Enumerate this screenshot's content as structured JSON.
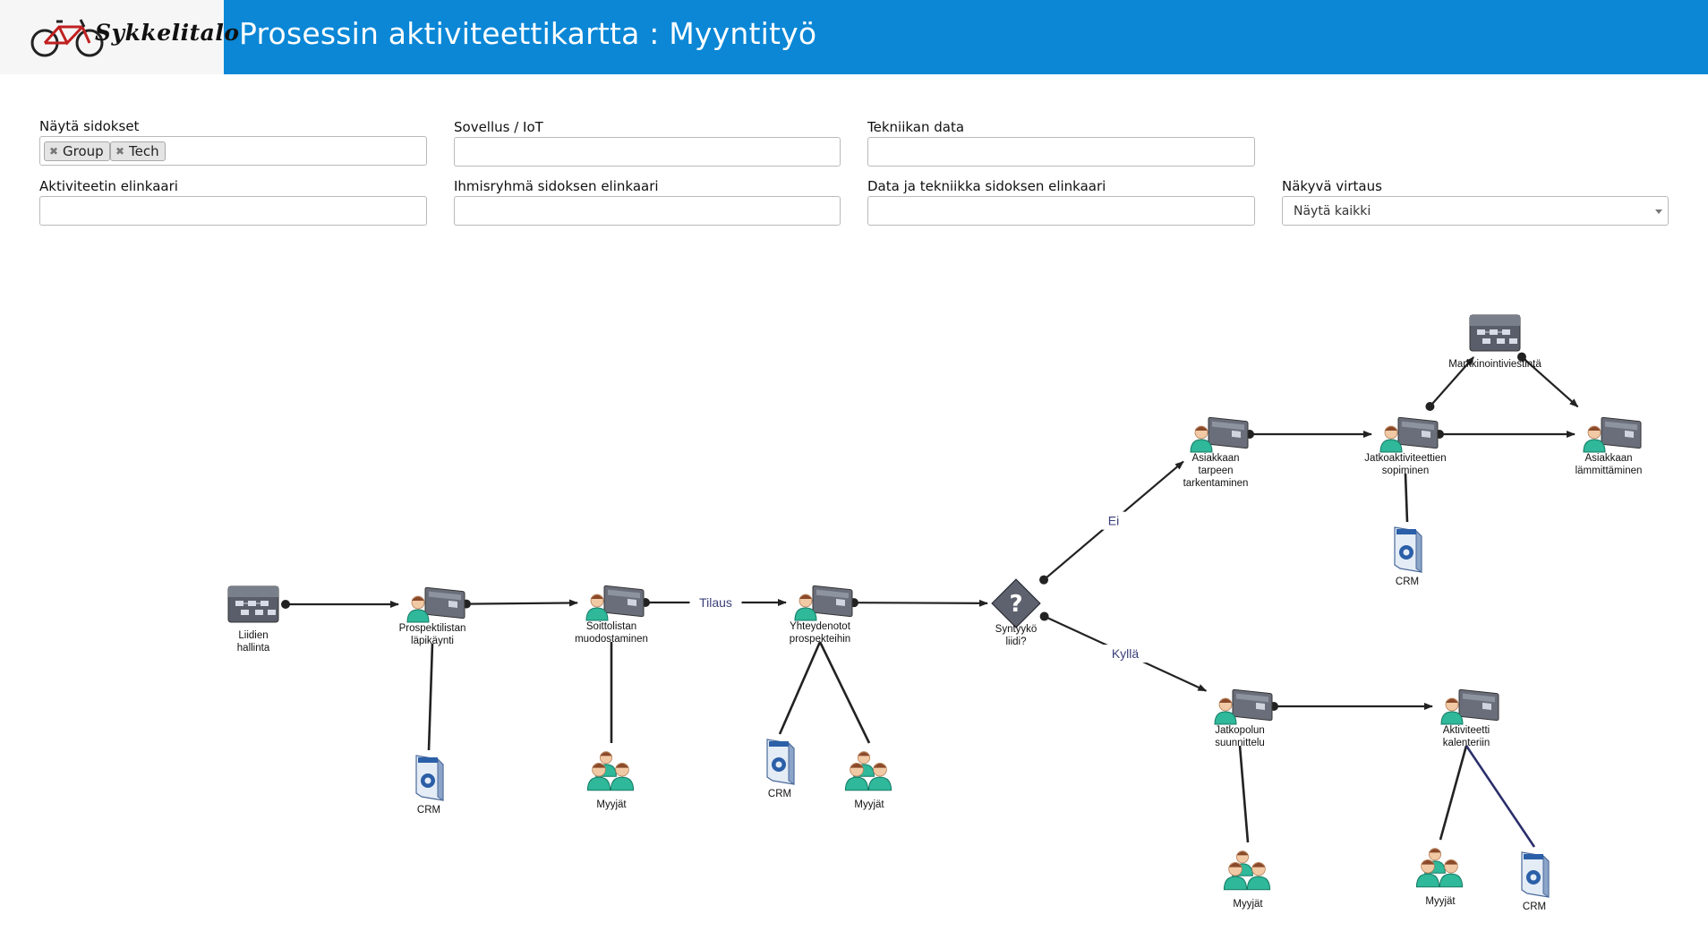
{
  "app": {
    "logo_text": "Sykkelitalo",
    "title": "Prosessin aktiviteettikartta : Myyntityö"
  },
  "filters": {
    "nayta_sidokset": {
      "label": "Näytä sidokset",
      "tags": [
        "Group",
        "Tech"
      ]
    },
    "sovellus_iot": {
      "label": "Sovellus / IoT",
      "value": ""
    },
    "tekniikan_data": {
      "label": "Tekniikan data",
      "value": ""
    },
    "aktiviteetin_elinkaari": {
      "label": "Aktiviteetin elinkaari",
      "value": ""
    },
    "ihmisryhma_elinkaari": {
      "label": "Ihmisryhmä sidoksen elinkaari",
      "value": ""
    },
    "data_tekniikka_elinkaari": {
      "label": "Data ja tekniikka sidoksen elinkaari",
      "value": ""
    },
    "nakyva_virtaus": {
      "label": "Näkyvä virtaus",
      "value": "Näytä kaikki"
    }
  },
  "diagram": {
    "nodes": {
      "liidien": {
        "type": "process",
        "lines": [
          "Liidien",
          "hallinta"
        ]
      },
      "prospekti": {
        "type": "activity",
        "lines": [
          "Prospektilistan",
          "läpikäynti"
        ]
      },
      "soittolista": {
        "type": "activity",
        "lines": [
          "Soittolistan",
          "muodostaminen"
        ]
      },
      "yhteydenotot": {
        "type": "activity",
        "lines": [
          "Yhteydenotot",
          "prospekteihin"
        ]
      },
      "syntyyko": {
        "type": "decision",
        "lines": [
          "Syntyykö",
          "liidi?"
        ]
      },
      "tarpeen": {
        "type": "activity",
        "lines": [
          "Asiakkaan",
          "tarpeen",
          "tarkentaminen"
        ]
      },
      "jatkoakt": {
        "type": "activity",
        "lines": [
          "Jatkoaktiviteettien",
          "sopiminen"
        ]
      },
      "markkinointi": {
        "type": "process",
        "lines": [
          "Markkinointiviestintä"
        ]
      },
      "lammittaminen": {
        "type": "activity",
        "lines": [
          "Asiakkaan",
          "lämmittäminen"
        ]
      },
      "jatkopolun": {
        "type": "activity",
        "lines": [
          "Jatkopolun",
          "suunnittelu"
        ]
      },
      "kalenteriin": {
        "type": "activity",
        "lines": [
          "Aktiviteetti",
          "kalenteriin"
        ]
      },
      "crm1": {
        "type": "crm",
        "lines": [
          "CRM"
        ]
      },
      "myy1": {
        "type": "group",
        "lines": [
          "Myyjät"
        ]
      },
      "crm2": {
        "type": "crm",
        "lines": [
          "CRM"
        ]
      },
      "myy2": {
        "type": "group",
        "lines": [
          "Myyjät"
        ]
      },
      "crm3": {
        "type": "crm",
        "lines": [
          "CRM"
        ]
      },
      "myy3": {
        "type": "group",
        "lines": [
          "Myyjät"
        ]
      },
      "myy4": {
        "type": "group",
        "lines": [
          "Myyjät"
        ]
      },
      "crm4": {
        "type": "crm",
        "lines": [
          "CRM"
        ]
      }
    },
    "edges": [
      {
        "from": "liidien",
        "to": "prospekti",
        "label": ""
      },
      {
        "from": "prospekti",
        "to": "soittolista",
        "label": ""
      },
      {
        "from": "soittolista",
        "to": "yhteydenotot",
        "label": "Tilaus"
      },
      {
        "from": "yhteydenotot",
        "to": "syntyyko",
        "label": ""
      },
      {
        "from": "syntyyko",
        "to": "tarpeen",
        "label": "Ei"
      },
      {
        "from": "syntyyko",
        "to": "jatkopolun",
        "label": "Kyllä"
      },
      {
        "from": "tarpeen",
        "to": "jatkoakt",
        "label": ""
      },
      {
        "from": "jatkoakt",
        "to": "lammittaminen",
        "label": ""
      },
      {
        "from": "jatkoakt",
        "to": "markkinointi",
        "label": ""
      },
      {
        "from": "markkinointi",
        "to": "lammittaminen",
        "label": ""
      },
      {
        "from": "jatkopolun",
        "to": "kalenteriin",
        "label": ""
      }
    ],
    "links": [
      {
        "from": "prospekti",
        "to": "crm1"
      },
      {
        "from": "soittolista",
        "to": "myy1"
      },
      {
        "from": "yhteydenotot",
        "to": "crm2"
      },
      {
        "from": "yhteydenotot",
        "to": "myy2"
      },
      {
        "from": "jatkoakt",
        "to": "crm3"
      },
      {
        "from": "jatkopolun",
        "to": "myy3"
      },
      {
        "from": "kalenteriin",
        "to": "myy4"
      },
      {
        "from": "kalenteriin",
        "to": "crm4"
      }
    ]
  }
}
